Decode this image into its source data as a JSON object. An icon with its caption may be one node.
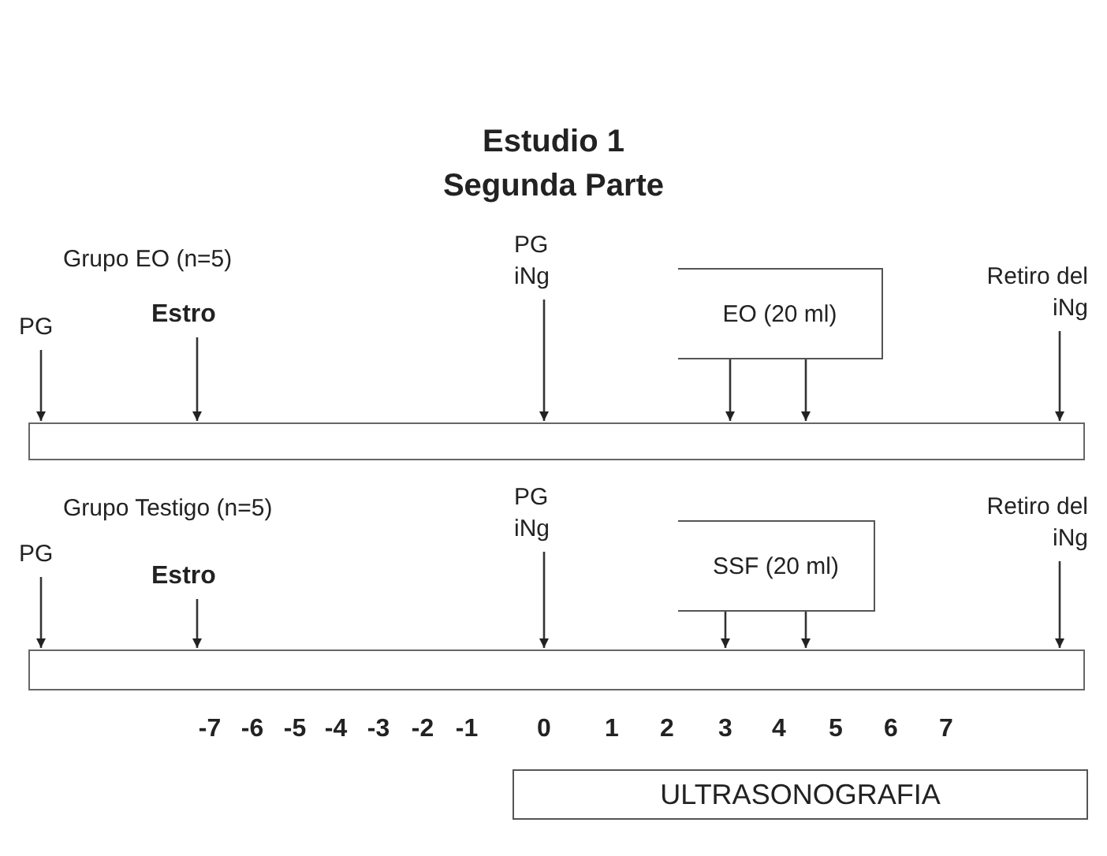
{
  "diagram": {
    "title": "Estudio 1 Segunda Parte",
    "nodes": [
      {
        "text": [
          "PG"
        ]
      },
      {
        "text": [
          "Estro"
        ]
      },
      {
        "text": [
          "PG iNg"
        ]
      },
      {
        "text": [
          "EO (20 ml)"
        ]
      },
      {
        "text": [
          "Retiro del iNg"
        ]
      },
      {
        "text": [],
        "shape": "bar"
      },
      {
        "text": [
          "PG"
        ]
      },
      {
        "text": [
          "Estro"
        ]
      },
      {
        "text": [
          "PG iNg"
        ]
      },
      {
        "text": [
          "SSF (20 ml)"
        ]
      },
      {
        "text": [
          "Retiro del iNg"
        ]
      },
      {
        "text": [],
        "shape": "bar"
      },
      {
        "text": [
          "ULTRASONOGRAFIA"
        ]
      }
    ],
    "edges": [
      {
        "from": 0,
        "to": 5,
        "arrow": "to"
      },
      {
        "from": 1,
        "to": 5,
        "arrow": "to"
      },
      {
        "from": 2,
        "to": 5,
        "arrow": "to"
      },
      {
        "from": 3,
        "to": 5,
        "arrow": "to"
      },
      {
        "from": 3,
        "to": 5,
        "arrow": "to"
      },
      {
        "from": 4,
        "to": 5,
        "arrow": "to"
      },
      {
        "from": 6,
        "to": 11,
        "arrow": "to"
      },
      {
        "from": 7,
        "to": 11,
        "arrow": "to"
      },
      {
        "from": 8,
        "to": 11,
        "arrow": "to"
      },
      {
        "from": 9,
        "to": 11,
        "arrow": "to"
      },
      {
        "from": 9,
        "to": 11,
        "arrow": "to"
      },
      {
        "from": 10,
        "to": 11,
        "arrow": "to"
      }
    ],
    "labels": [
      "Grupo EO (n=5)",
      "Grupo Testigo (n=5)",
      "-7",
      "-6",
      "-5",
      "-4",
      "-3",
      "-2",
      "-1",
      "0",
      "1",
      "2",
      "3",
      "4",
      "5",
      "6",
      "7"
    ]
  }
}
